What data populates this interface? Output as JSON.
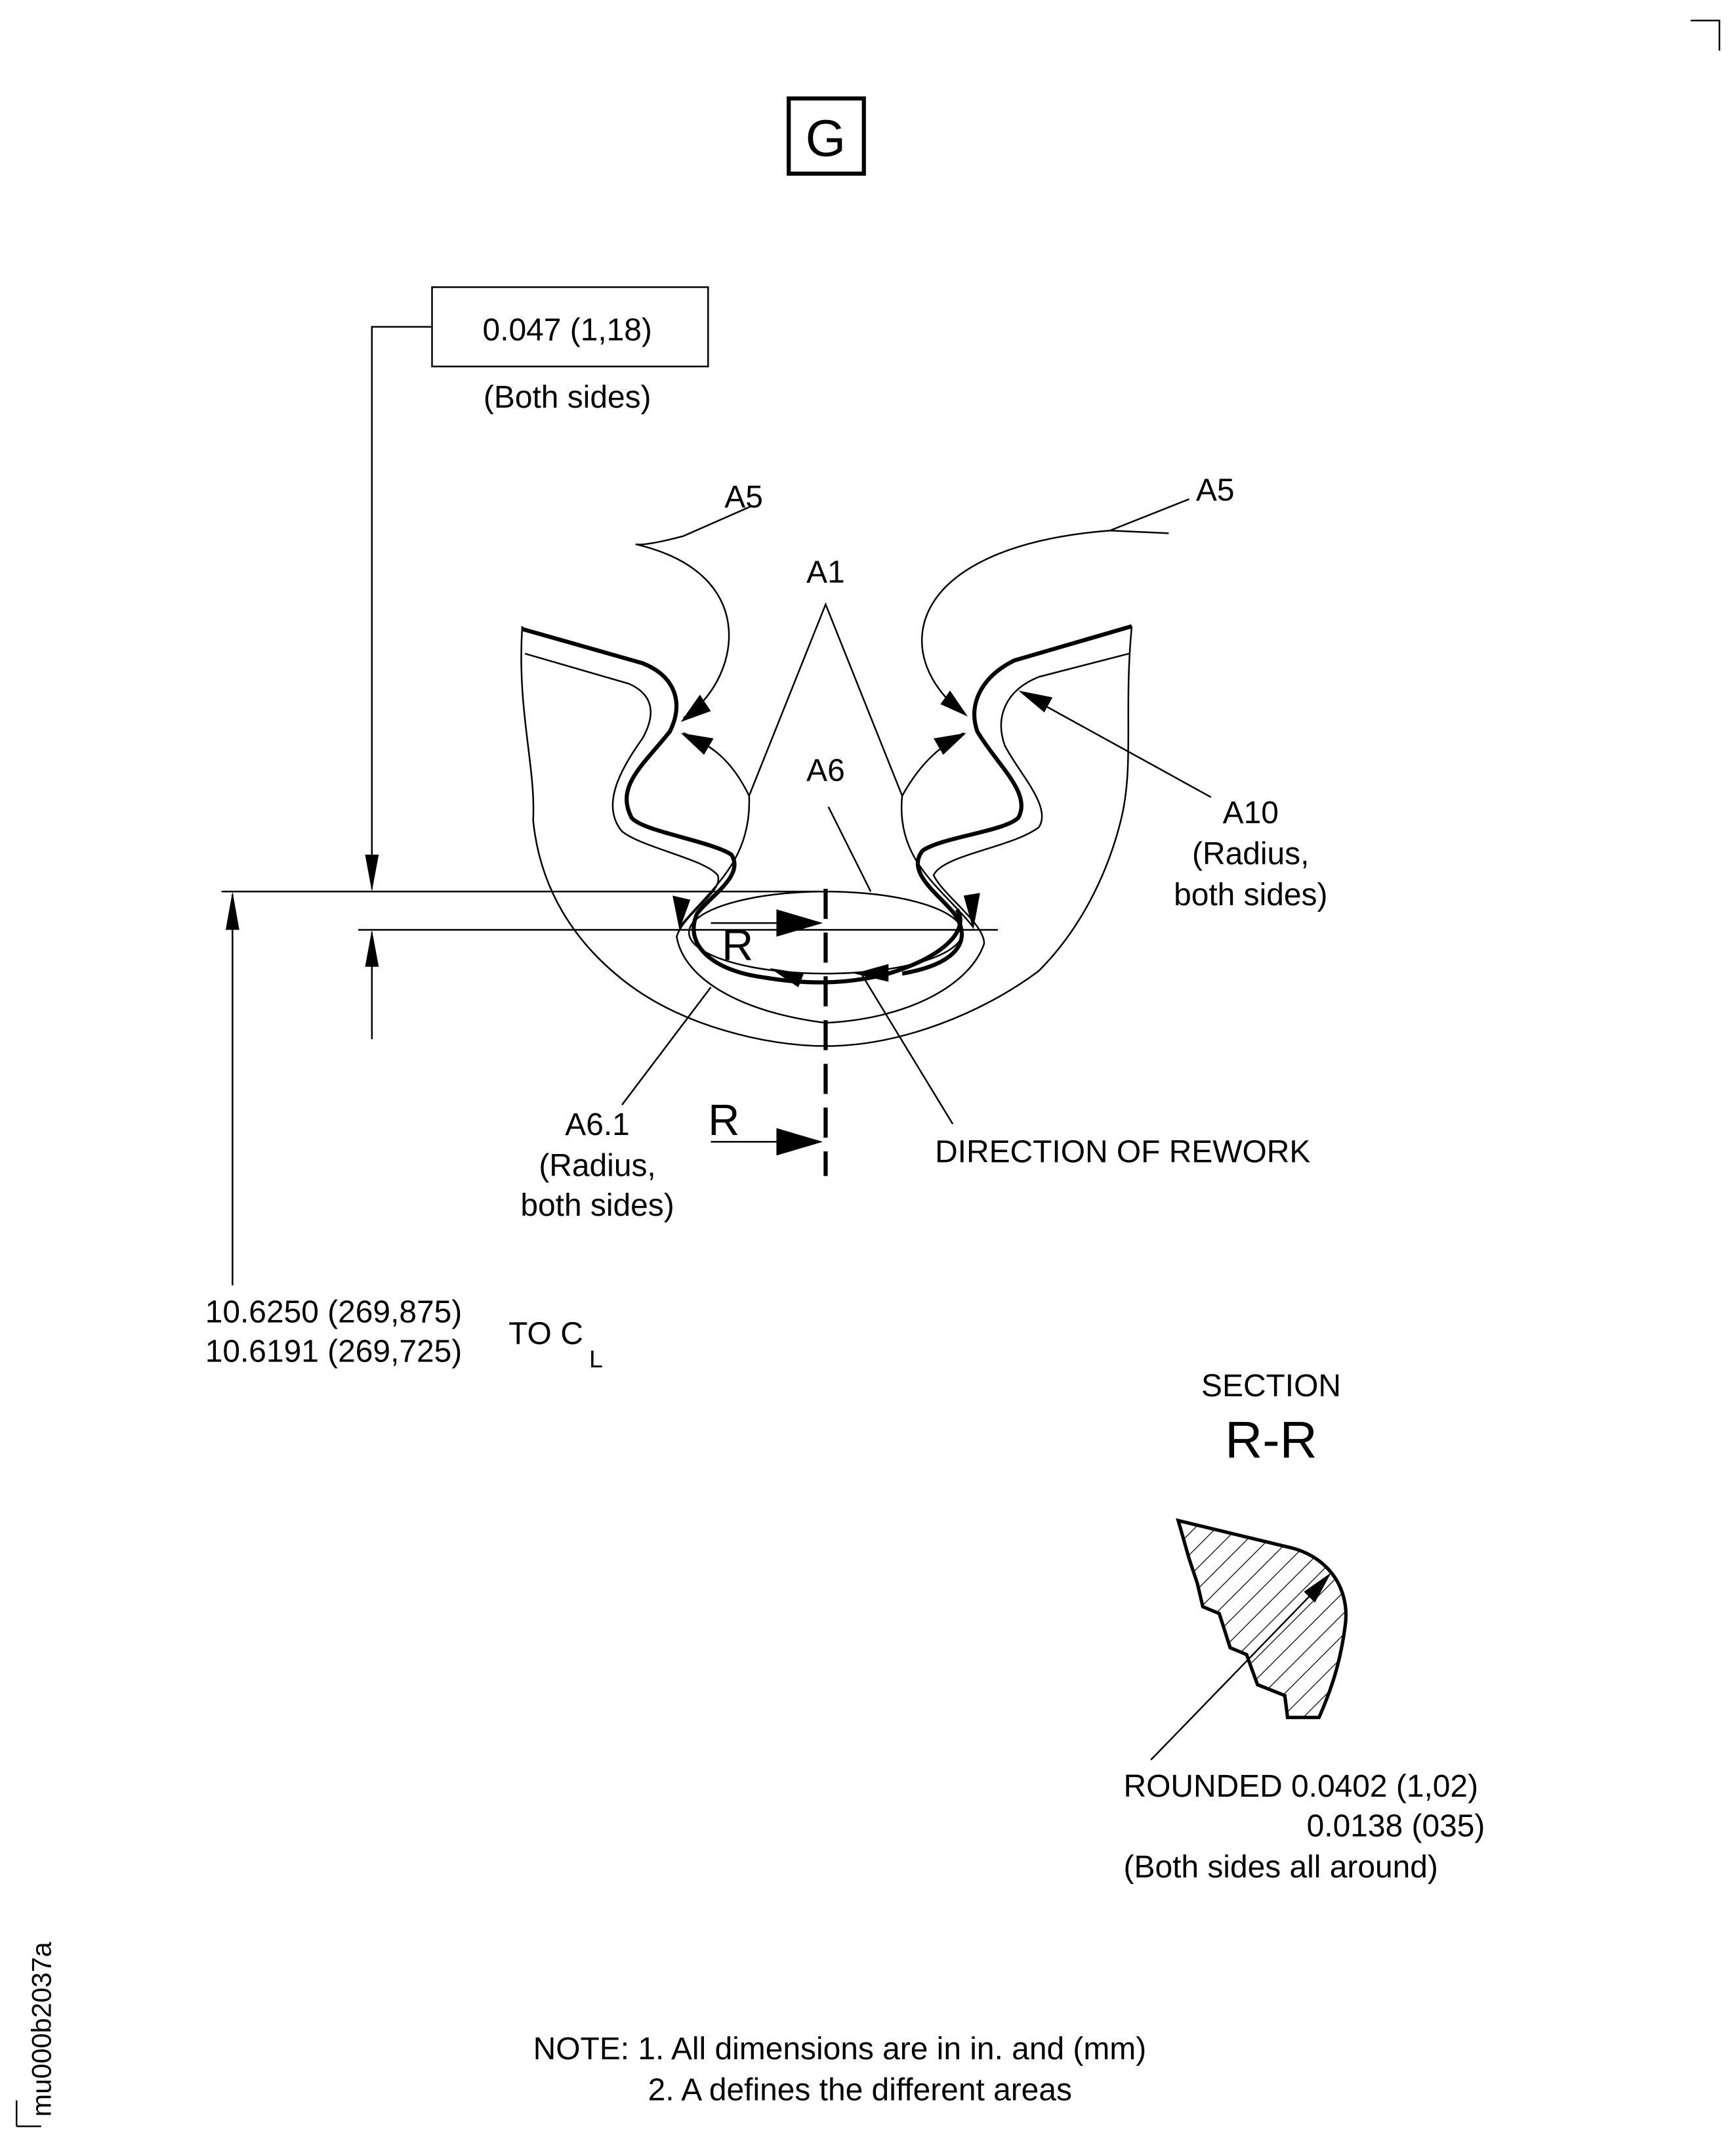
{
  "view_label": "G",
  "thickness_callout": {
    "value": "0.047 (1,18)",
    "note": "(Both sides)"
  },
  "area_labels": {
    "a5_left": "A5",
    "a5_right": "A5",
    "a1": "A1",
    "a6": "A6",
    "a10": [
      "A10",
      "(Radius,",
      "both sides)"
    ],
    "a6_1": [
      "A6.1",
      "(Radius,",
      "both sides)"
    ]
  },
  "section_marker": {
    "upper": "R",
    "lower": "R"
  },
  "direction_label": "DIRECTION OF REWORK",
  "centerline_dimension": {
    "max": "10.6250 (269,875)",
    "min": "10.6191 (269,725)",
    "to_label": "TO",
    "cl_c": "C",
    "cl_l": "L"
  },
  "section_title": {
    "word": "SECTION",
    "name": "R-R"
  },
  "rounded_callout": [
    "ROUNDED 0.0402 (1,02)",
    "0.0138 (035)",
    "(Both sides all around)"
  ],
  "notes": [
    "NOTE: 1. All dimensions are in in. and (mm)",
    "2. A defines the different areas"
  ],
  "drawing_id": "mu000b2037a"
}
